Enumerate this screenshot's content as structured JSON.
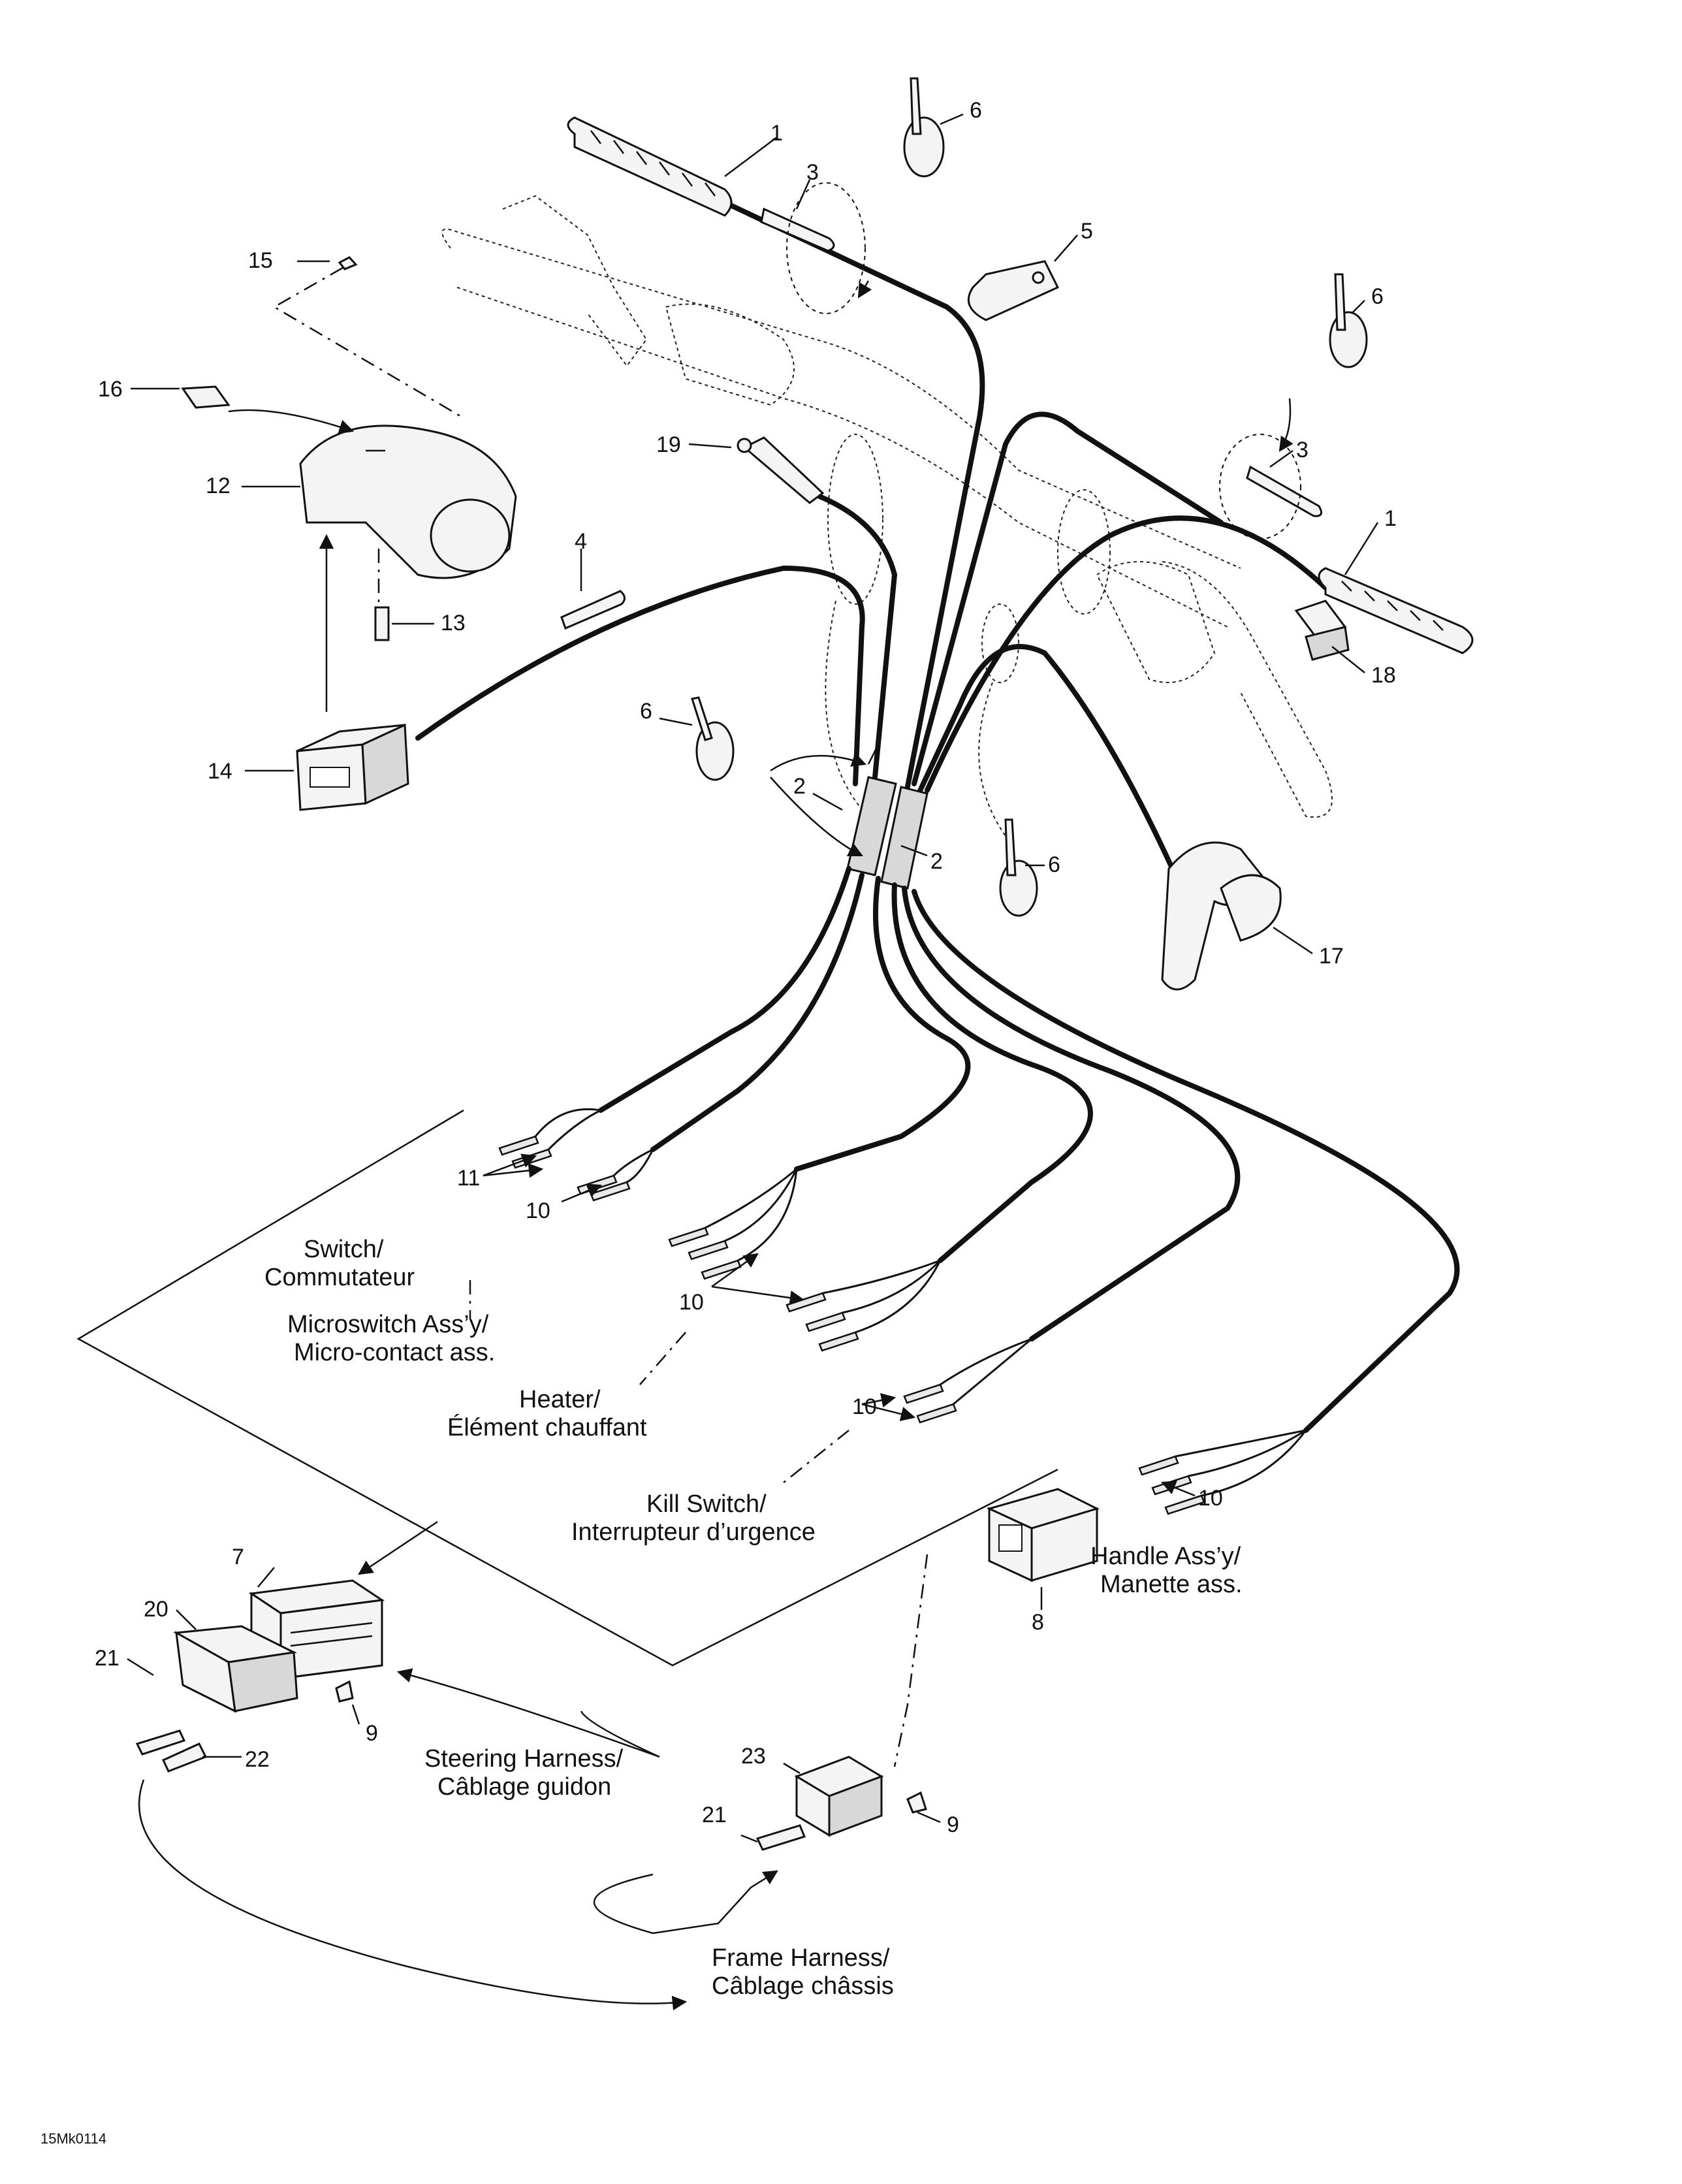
{
  "callouts": {
    "n1a": "1",
    "n1b": "1",
    "n2a": "2",
    "n2b": "2",
    "n3a": "3",
    "n3b": "3",
    "n4": "4",
    "n5": "5",
    "n6a": "6",
    "n6b": "6",
    "n6c": "6",
    "n6d": "6",
    "n7": "7",
    "n8": "8",
    "n9a": "9",
    "n9b": "9",
    "n10a": "10",
    "n10b": "10",
    "n10c": "10",
    "n10d": "10",
    "n11": "11",
    "n12": "12",
    "n13": "13",
    "n14": "14",
    "n15": "15",
    "n16": "16",
    "n17": "17",
    "n18": "18",
    "n19": "19",
    "n20": "20",
    "n21a": "21",
    "n21b": "21",
    "n22": "22",
    "n23": "23"
  },
  "captions": {
    "switch_en": "Switch/",
    "switch_fr": "Commutateur",
    "micro_en": "Microswitch Ass’y/",
    "micro_fr": "Micro-contact ass.",
    "heater_en": "Heater/",
    "heater_fr": "Élément chauffant",
    "kill_en": "Kill Switch/",
    "kill_fr": "Interrupteur d’urgence",
    "handle_en": "Handle Ass’y/",
    "handle_fr": "Manette ass.",
    "steering_en": "Steering Harness/",
    "steering_fr": "Câblage guidon",
    "frame_en": "Frame Harness/",
    "frame_fr": "Câblage châssis"
  },
  "figure_code": "15Mk0114"
}
